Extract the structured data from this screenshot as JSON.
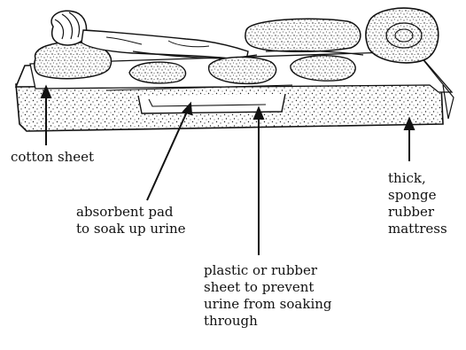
{
  "labels": {
    "cotton_sheet": [
      "cotton sheet"
    ],
    "absorbent_pad": [
      "absorbent pad",
      "to soak up urine"
    ],
    "plastic_sheet": [
      "plastic or rubber",
      "sheet to prevent",
      "urine from soaking",
      "through"
    ],
    "mattress": [
      "thick,",
      "sponge",
      "rubber",
      "mattress"
    ]
  },
  "colors": {
    "ink": "#111111",
    "paper": "#ffffff"
  }
}
